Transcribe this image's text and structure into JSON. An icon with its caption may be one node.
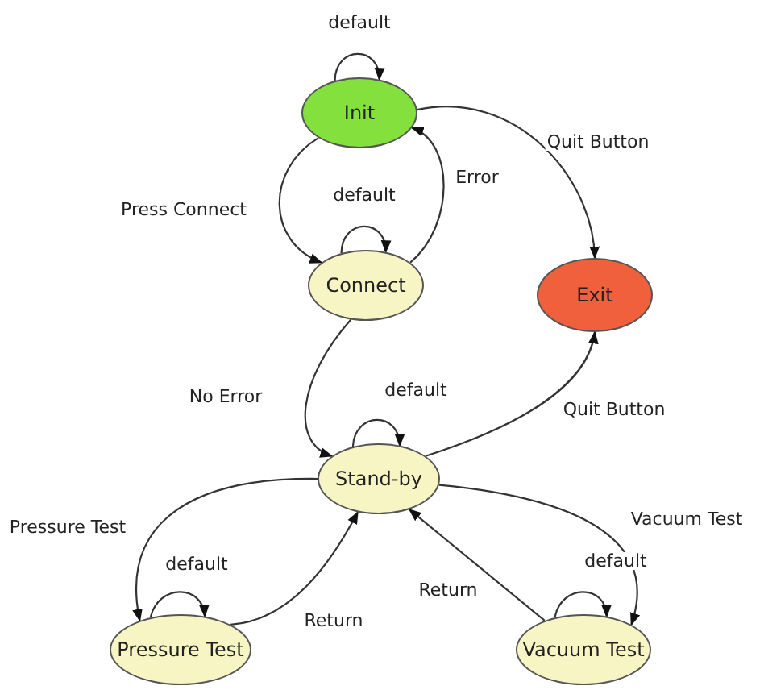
{
  "diagram": {
    "nodes": [
      {
        "text": [
          "Init"
        ]
      },
      {
        "text": [
          "Connect"
        ]
      },
      {
        "text": [
          "Exit"
        ]
      },
      {
        "text": [
          "Stand-by"
        ]
      },
      {
        "text": [
          "Pressure Test"
        ]
      },
      {
        "text": [
          "Vacuum Test"
        ]
      }
    ],
    "edges": [
      {
        "from": 0,
        "to": 0,
        "arrow": "to",
        "label": "default"
      },
      {
        "from": 0,
        "to": 1,
        "arrow": "to",
        "label": "Press Connect"
      },
      {
        "from": 1,
        "to": 1,
        "arrow": "to",
        "label": "default"
      },
      {
        "from": 1,
        "to": 0,
        "arrow": "to",
        "label": "Error"
      },
      {
        "from": 0,
        "to": 2,
        "arrow": "to",
        "label": "Quit Button"
      },
      {
        "from": 1,
        "to": 3,
        "arrow": "to",
        "label": "No Error"
      },
      {
        "from": 3,
        "to": 3,
        "arrow": "to",
        "label": "default"
      },
      {
        "from": 3,
        "to": 2,
        "arrow": "to",
        "label": "Quit Button"
      },
      {
        "from": 3,
        "to": 4,
        "arrow": "to",
        "label": "Pressure Test"
      },
      {
        "from": 4,
        "to": 4,
        "arrow": "to",
        "label": "default"
      },
      {
        "from": 4,
        "to": 3,
        "arrow": "to",
        "label": "Return"
      },
      {
        "from": 3,
        "to": 5,
        "arrow": "to",
        "label": "Vacuum Test"
      },
      {
        "from": 5,
        "to": 5,
        "arrow": "to",
        "label": "default"
      },
      {
        "from": 5,
        "to": 3,
        "arrow": "to",
        "label": "Return"
      }
    ]
  }
}
